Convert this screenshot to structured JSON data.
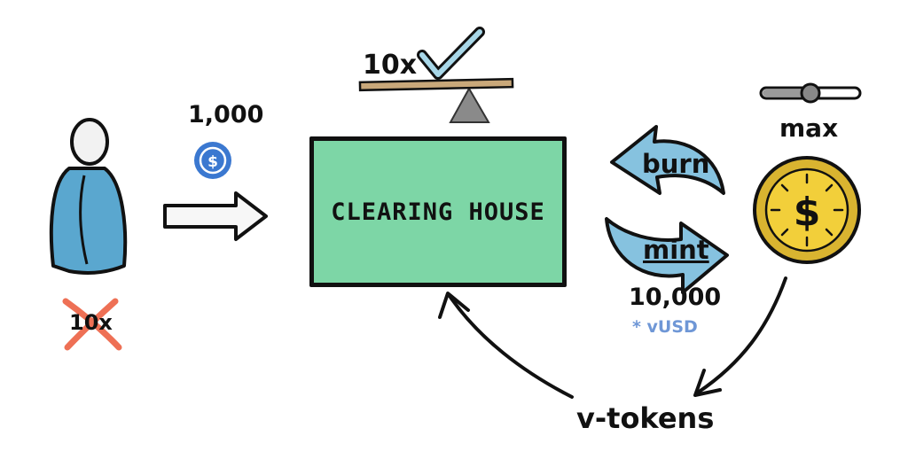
{
  "labels": {
    "amount": "1,000",
    "leverage": "10x",
    "max": "max",
    "clearing_house": "CLEARING HOUSE",
    "burn": "burn",
    "mint": "mint",
    "minted_amount": "10,000",
    "unit": "* vUSD",
    "v_tokens": "v-tokens",
    "rejected_leverage": "10x"
  },
  "icons": {
    "user": "person-icon",
    "usdc": "usdc-coin-icon",
    "balance": "balance-scale-icon",
    "check": "checkmark-icon",
    "slider": "slider-icon",
    "coin": "dollar-coin-icon",
    "cycle": "burn-mint-cycle-icon",
    "cross": "red-cross-icon"
  },
  "colors": {
    "clearing_house": "#7dd6a6",
    "user_body": "#5aa7cf",
    "coin": "#f2cf3a",
    "cycle_arrows": "#86c2df",
    "usdc": "#3b78d0",
    "cross": "#ee7055",
    "unit_text": "#6f97d6"
  }
}
